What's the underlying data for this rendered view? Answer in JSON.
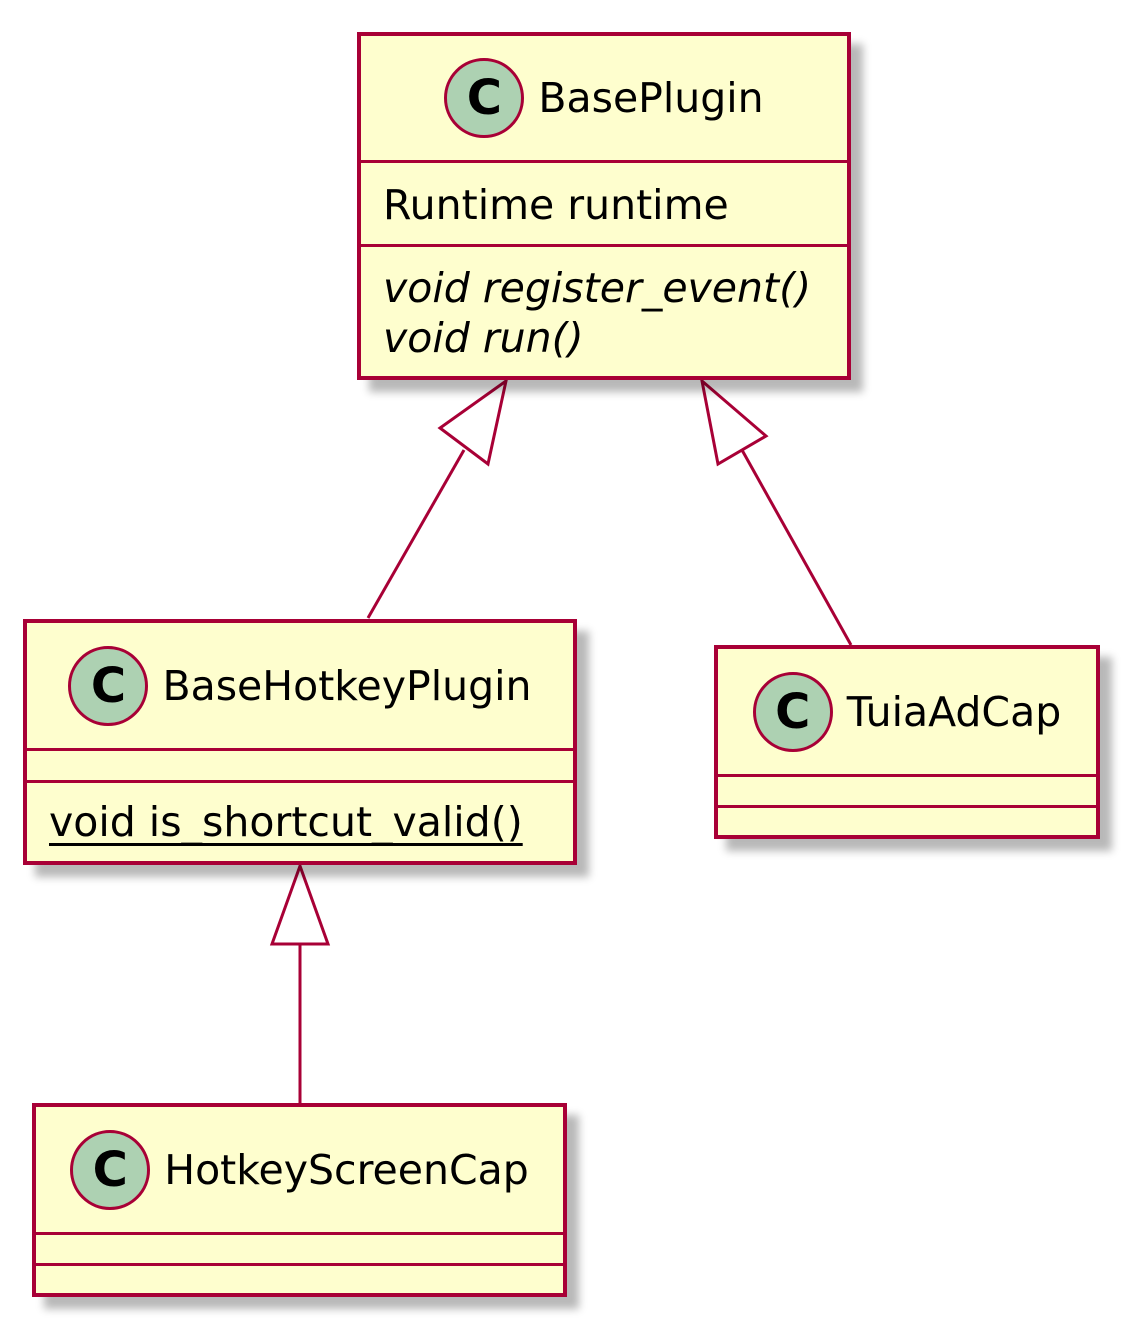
{
  "colors": {
    "border": "#A80036",
    "fill": "#FEFECE",
    "circle": "#ADD1B2"
  },
  "classes": {
    "base_plugin": {
      "stereotype_letter": "C",
      "name": "BasePlugin",
      "attributes": [
        "Runtime runtime"
      ],
      "methods": [
        "void register_event()",
        "void run()"
      ]
    },
    "base_hotkey_plugin": {
      "stereotype_letter": "C",
      "name": "BaseHotkeyPlugin",
      "attributes": [],
      "methods": [
        "void is_shortcut_valid()"
      ]
    },
    "tuia_ad_cap": {
      "stereotype_letter": "C",
      "name": "TuiaAdCap",
      "attributes": [],
      "methods": []
    },
    "hotkey_screen_cap": {
      "stereotype_letter": "C",
      "name": "HotkeyScreenCap",
      "attributes": [],
      "methods": []
    }
  },
  "relations": [
    {
      "type": "inheritance",
      "from": "BaseHotkeyPlugin",
      "to": "BasePlugin"
    },
    {
      "type": "inheritance",
      "from": "TuiaAdCap",
      "to": "BasePlugin"
    },
    {
      "type": "inheritance",
      "from": "HotkeyScreenCap",
      "to": "BaseHotkeyPlugin"
    }
  ]
}
